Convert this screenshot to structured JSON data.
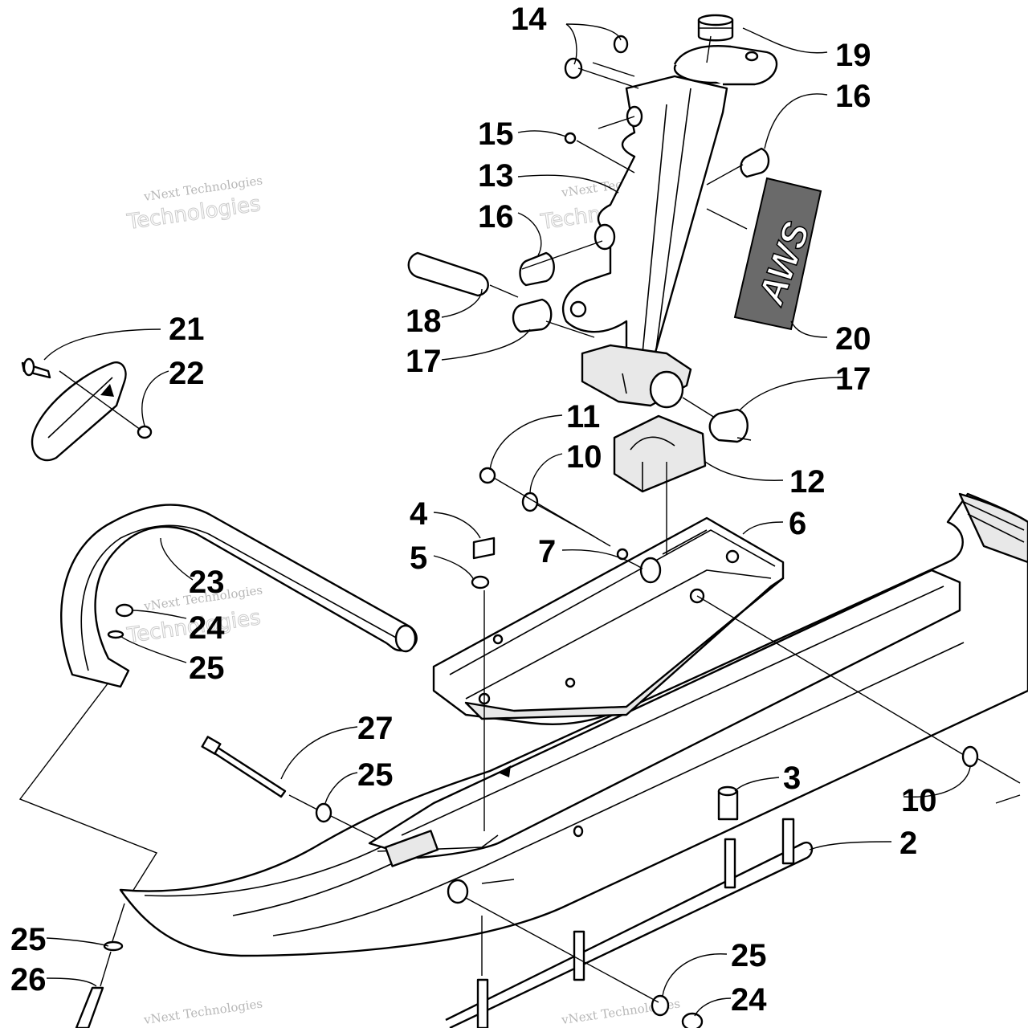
{
  "diagram": {
    "callouts": [
      {
        "id": "c14",
        "text": "14"
      },
      {
        "id": "c19",
        "text": "19"
      },
      {
        "id": "c16a",
        "text": "16"
      },
      {
        "id": "c15",
        "text": "15"
      },
      {
        "id": "c13",
        "text": "13"
      },
      {
        "id": "c16b",
        "text": "16"
      },
      {
        "id": "c18",
        "text": "18"
      },
      {
        "id": "c20",
        "text": "20"
      },
      {
        "id": "c17a",
        "text": "17"
      },
      {
        "id": "c21",
        "text": "21"
      },
      {
        "id": "c22",
        "text": "22"
      },
      {
        "id": "c17b",
        "text": "17"
      },
      {
        "id": "c11",
        "text": "11"
      },
      {
        "id": "c10a",
        "text": "10"
      },
      {
        "id": "c12",
        "text": "12"
      },
      {
        "id": "c4",
        "text": "4"
      },
      {
        "id": "c6",
        "text": "6"
      },
      {
        "id": "c5",
        "text": "5"
      },
      {
        "id": "c7",
        "text": "7"
      },
      {
        "id": "c23",
        "text": "23"
      },
      {
        "id": "c24a",
        "text": "24"
      },
      {
        "id": "c25a",
        "text": "25"
      },
      {
        "id": "c27",
        "text": "27"
      },
      {
        "id": "c25b",
        "text": "25"
      },
      {
        "id": "c3",
        "text": "3"
      },
      {
        "id": "c10b",
        "text": "10"
      },
      {
        "id": "c2",
        "text": "2"
      },
      {
        "id": "c25c",
        "text": "25"
      },
      {
        "id": "c26",
        "text": "26"
      },
      {
        "id": "c25d",
        "text": "25"
      },
      {
        "id": "c24b",
        "text": "24"
      }
    ],
    "decal_text": "AWS",
    "watermark": {
      "line1": "vNext Technologies",
      "line2": "vNext",
      "line3": "Technologies"
    }
  }
}
